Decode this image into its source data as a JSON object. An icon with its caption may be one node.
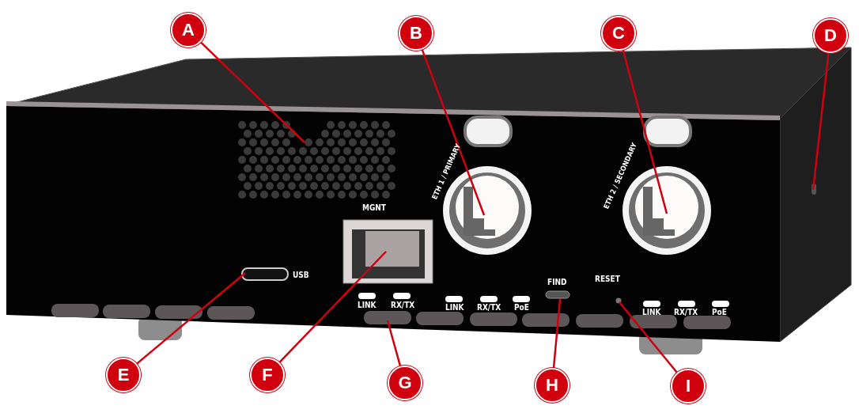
{
  "diagram": {
    "nodes": [
      {
        "text": [
          "A"
        ]
      },
      {
        "text": [
          "B"
        ]
      },
      {
        "text": [
          "C"
        ]
      },
      {
        "text": [
          "D"
        ]
      },
      {
        "text": [
          "E"
        ]
      },
      {
        "text": [
          "F"
        ]
      },
      {
        "text": [
          "G"
        ]
      },
      {
        "text": [
          "H"
        ]
      },
      {
        "text": [
          "I"
        ]
      }
    ],
    "edges": [
      {
        "from": 0,
        "to": null,
        "arrow": "none"
      },
      {
        "from": 1,
        "to": null,
        "arrow": "none"
      },
      {
        "from": 2,
        "to": null,
        "arrow": "none"
      },
      {
        "from": 3,
        "to": null,
        "arrow": "none"
      },
      {
        "from": 4,
        "to": null,
        "arrow": "none"
      },
      {
        "from": 5,
        "to": null,
        "arrow": "none"
      },
      {
        "from": 6,
        "to": null,
        "arrow": "none"
      },
      {
        "from": 7,
        "to": null,
        "arrow": "none"
      },
      {
        "from": 8,
        "to": null,
        "arrow": "none"
      }
    ],
    "labels": [
      "ETH 1 / PRIMARY",
      "ETH 2 / SECONDARY",
      "MGNT",
      "USB",
      "FIND",
      "RESET",
      "LINK",
      "RX/TX",
      "LINK",
      "RX/TX",
      "PoE",
      "LINK",
      "RX/TX",
      "PoE"
    ]
  }
}
